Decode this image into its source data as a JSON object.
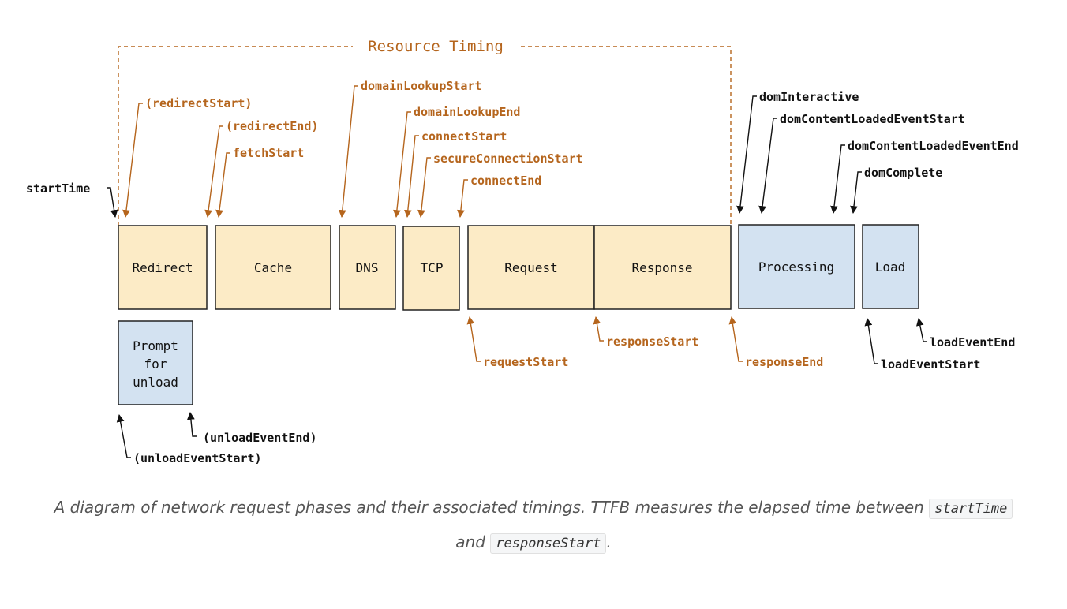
{
  "diagram": {
    "title": "Resource Timing",
    "boxes": {
      "redirect": "Redirect",
      "cache": "Cache",
      "dns": "DNS",
      "tcp": "TCP",
      "request": "Request",
      "response": "Response",
      "processing": "Processing",
      "load": "Load",
      "prompt": [
        "Prompt",
        "for",
        "unload"
      ]
    },
    "labels": {
      "startTime": "startTime",
      "redirectStart": "(redirectStart)",
      "redirectEnd": "(redirectEnd)",
      "fetchStart": "fetchStart",
      "domainLookupStart": "domainLookupStart",
      "domainLookupEnd": "domainLookupEnd",
      "connectStart": "connectStart",
      "secureConnectionStart": "secureConnectionStart",
      "connectEnd": "connectEnd",
      "domInteractive": "domInteractive",
      "domContentLoadedEventStart": "domContentLoadedEventStart",
      "domContentLoadedEventEnd": "domContentLoadedEventEnd",
      "domComplete": "domComplete",
      "requestStart": "requestStart",
      "responseStart": "responseStart",
      "responseEnd": "responseEnd",
      "loadEventStart": "loadEventStart",
      "loadEventEnd": "loadEventEnd",
      "unloadEventStart": "(unloadEventStart)",
      "unloadEventEnd": "(unloadEventEnd)"
    },
    "colors": {
      "resource_timing": "#b5651d",
      "network_box": "#fcebc6",
      "processing_box": "#d3e2f1",
      "outline": "#222222"
    }
  },
  "caption": {
    "text_before": "A diagram of network request phases and their associated timings. TTFB measures the elapsed time between",
    "code_1": "startTime",
    "text_middle": "and",
    "code_2": "responseStart",
    "text_after": "."
  }
}
